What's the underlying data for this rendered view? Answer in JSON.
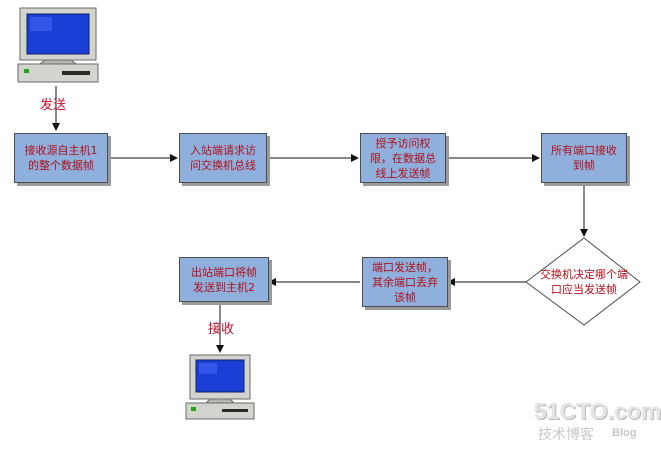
{
  "labels": {
    "send": "发送",
    "receive": "接收"
  },
  "nodes": {
    "receive_frame": "接收源自主机1\n的整个数据帧",
    "request_access": "入站端请求访\n问交换机总线",
    "grant_access": "授予访问权\n限，在数据总\n线上发送帧",
    "all_ports_receive": "所有端口接收\n到帧",
    "switch_decides": "交换机决定哪个端\n口应当发送帧",
    "port_sends": "端口发送帧，\n其余端口丢弃\n该帧",
    "egress_sends": "出站端口将帧\n发送到主机2"
  },
  "icons": {
    "host1": "computer-icon",
    "host2": "computer-icon"
  },
  "watermark": {
    "logo": "51CTO.com",
    "subtitle": "技术博客",
    "blog": "Blog"
  },
  "colors": {
    "box_fill": "#8fb0dc",
    "box_text": "#b0101a",
    "label_text": "#c8102e"
  }
}
